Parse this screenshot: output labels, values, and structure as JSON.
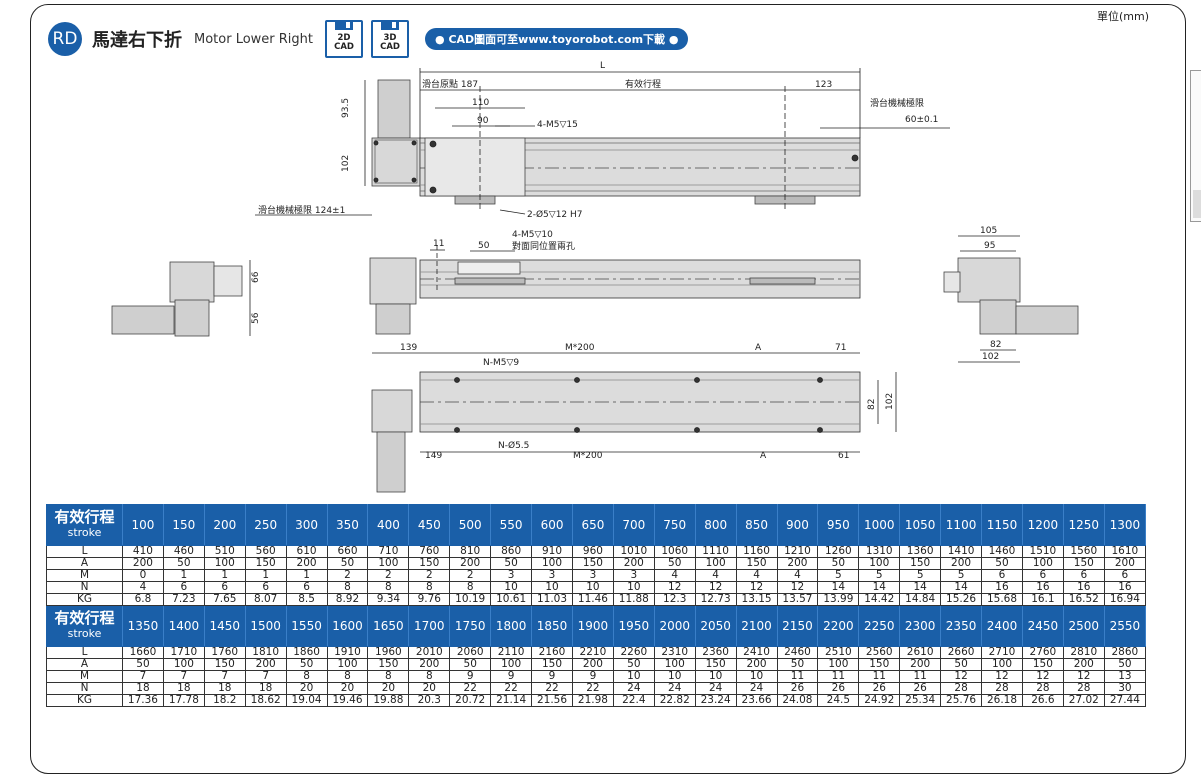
{
  "unit_label": "單位(mm)",
  "header": {
    "badge": "RD",
    "title_zh": "馬達右下折",
    "title_en": "Motor Lower Right",
    "cad_2d": "2D",
    "cad_3d": "3D",
    "cad_word": "CAD",
    "cad_link": "● CAD圖面可至www.toyorobot.com下載 ●"
  },
  "drawing": {
    "top_view": {
      "L": "L",
      "origin": "滑台原點 187",
      "effective": "有效行程",
      "d123": "123",
      "limit_right": "滑台機械極限",
      "limit_right_val": "60±0.1",
      "d110": "110",
      "d90": "90",
      "m5": "4-M5▽15",
      "h935": "93.5",
      "h102": "102",
      "pin": "2-Ø5▽12 H7",
      "limit_left": "滑台機械極限 124±1"
    },
    "front_view": {
      "d11": "11",
      "d50": "50",
      "m5_10": "4-M5▽10",
      "opposite": "對面同位置兩孔"
    },
    "left_view": {
      "h66": "66",
      "h56": "56"
    },
    "right_view": {
      "w105": "105",
      "w95": "95",
      "w82": "82",
      "w102": "102"
    },
    "bottom_view": {
      "d139": "139",
      "m200a": "M*200",
      "a1": "A",
      "d71": "71",
      "nm5": "N-M5▽9",
      "n55": "N-Ø5.5",
      "d149": "149",
      "m200b": "M*200",
      "a2": "A",
      "d61": "61",
      "h82": "82",
      "h102": "102"
    }
  },
  "table1": {
    "head_zh": "有效行程",
    "head_en": "stroke",
    "strokes": [
      "100",
      "150",
      "200",
      "250",
      "300",
      "350",
      "400",
      "450",
      "500",
      "550",
      "600",
      "650",
      "700",
      "750",
      "800",
      "850",
      "900",
      "950",
      "1000",
      "1050",
      "1100",
      "1150",
      "1200",
      "1250",
      "1300"
    ],
    "rows": [
      {
        "label": "L",
        "values": [
          "410",
          "460",
          "510",
          "560",
          "610",
          "660",
          "710",
          "760",
          "810",
          "860",
          "910",
          "960",
          "1010",
          "1060",
          "1110",
          "1160",
          "1210",
          "1260",
          "1310",
          "1360",
          "1410",
          "1460",
          "1510",
          "1560",
          "1610"
        ]
      },
      {
        "label": "A",
        "values": [
          "200",
          "50",
          "100",
          "150",
          "200",
          "50",
          "100",
          "150",
          "200",
          "50",
          "100",
          "150",
          "200",
          "50",
          "100",
          "150",
          "200",
          "50",
          "100",
          "150",
          "200",
          "50",
          "100",
          "150",
          "200"
        ]
      },
      {
        "label": "M",
        "values": [
          "0",
          "1",
          "1",
          "1",
          "1",
          "2",
          "2",
          "2",
          "2",
          "3",
          "3",
          "3",
          "3",
          "4",
          "4",
          "4",
          "4",
          "5",
          "5",
          "5",
          "5",
          "6",
          "6",
          "6",
          "6"
        ]
      },
      {
        "label": "N",
        "values": [
          "4",
          "6",
          "6",
          "6",
          "6",
          "8",
          "8",
          "8",
          "8",
          "10",
          "10",
          "10",
          "10",
          "12",
          "12",
          "12",
          "12",
          "14",
          "14",
          "14",
          "14",
          "16",
          "16",
          "16",
          "16"
        ]
      },
      {
        "label": "KG",
        "values": [
          "6.8",
          "7.23",
          "7.65",
          "8.07",
          "8.5",
          "8.92",
          "9.34",
          "9.76",
          "10.19",
          "10.61",
          "11.03",
          "11.46",
          "11.88",
          "12.3",
          "12.73",
          "13.15",
          "13.57",
          "13.99",
          "14.42",
          "14.84",
          "15.26",
          "15.68",
          "16.1",
          "16.52",
          "16.94"
        ]
      }
    ]
  },
  "table2": {
    "head_zh": "有效行程",
    "head_en": "stroke",
    "strokes": [
      "1350",
      "1400",
      "1450",
      "1500",
      "1550",
      "1600",
      "1650",
      "1700",
      "1750",
      "1800",
      "1850",
      "1900",
      "1950",
      "2000",
      "2050",
      "2100",
      "2150",
      "2200",
      "2250",
      "2300",
      "2350",
      "2400",
      "2450",
      "2500",
      "2550"
    ],
    "rows": [
      {
        "label": "L",
        "values": [
          "1660",
          "1710",
          "1760",
          "1810",
          "1860",
          "1910",
          "1960",
          "2010",
          "2060",
          "2110",
          "2160",
          "2210",
          "2260",
          "2310",
          "2360",
          "2410",
          "2460",
          "2510",
          "2560",
          "2610",
          "2660",
          "2710",
          "2760",
          "2810",
          "2860"
        ]
      },
      {
        "label": "A",
        "values": [
          "50",
          "100",
          "150",
          "200",
          "50",
          "100",
          "150",
          "200",
          "50",
          "100",
          "150",
          "200",
          "50",
          "100",
          "150",
          "200",
          "50",
          "100",
          "150",
          "200",
          "50",
          "100",
          "150",
          "200",
          "50"
        ]
      },
      {
        "label": "M",
        "values": [
          "7",
          "7",
          "7",
          "7",
          "8",
          "8",
          "8",
          "8",
          "9",
          "9",
          "9",
          "9",
          "10",
          "10",
          "10",
          "10",
          "11",
          "11",
          "11",
          "11",
          "12",
          "12",
          "12",
          "12",
          "13"
        ]
      },
      {
        "label": "N",
        "values": [
          "18",
          "18",
          "18",
          "18",
          "20",
          "20",
          "20",
          "20",
          "22",
          "22",
          "22",
          "22",
          "24",
          "24",
          "24",
          "24",
          "26",
          "26",
          "26",
          "26",
          "28",
          "28",
          "28",
          "28",
          "30"
        ]
      },
      {
        "label": "KG",
        "values": [
          "17.36",
          "17.78",
          "18.2",
          "18.62",
          "19.04",
          "19.46",
          "19.88",
          "20.3",
          "20.72",
          "21.14",
          "21.56",
          "21.98",
          "22.4",
          "22.82",
          "23.24",
          "23.66",
          "24.08",
          "24.5",
          "24.92",
          "25.34",
          "25.76",
          "26.18",
          "26.6",
          "27.02",
          "27.44"
        ]
      }
    ]
  }
}
